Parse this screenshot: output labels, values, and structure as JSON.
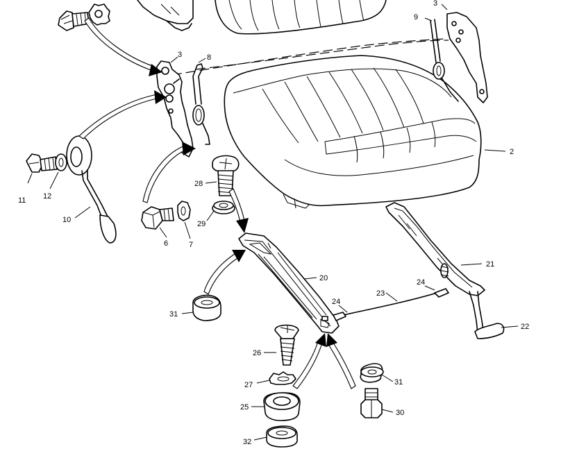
{
  "callouts": [
    {
      "id": "c2",
      "text": "2"
    },
    {
      "id": "c3a",
      "text": "3"
    },
    {
      "id": "c3b",
      "text": "3"
    },
    {
      "id": "c6",
      "text": "6"
    },
    {
      "id": "c7",
      "text": "7"
    },
    {
      "id": "c8",
      "text": "8"
    },
    {
      "id": "c9",
      "text": "9"
    },
    {
      "id": "c10",
      "text": "10"
    },
    {
      "id": "c11",
      "text": "11"
    },
    {
      "id": "c12",
      "text": "12"
    },
    {
      "id": "c20",
      "text": "20"
    },
    {
      "id": "c21",
      "text": "21"
    },
    {
      "id": "c22",
      "text": "22"
    },
    {
      "id": "c23",
      "text": "23"
    },
    {
      "id": "c24a",
      "text": "24"
    },
    {
      "id": "c24b",
      "text": "24"
    },
    {
      "id": "c25",
      "text": "25"
    },
    {
      "id": "c26",
      "text": "26"
    },
    {
      "id": "c27",
      "text": "27"
    },
    {
      "id": "c28",
      "text": "28"
    },
    {
      "id": "c29",
      "text": "29"
    },
    {
      "id": "c30",
      "text": "30"
    },
    {
      "id": "c31a",
      "text": "31"
    },
    {
      "id": "c31b",
      "text": "31"
    },
    {
      "id": "c32",
      "text": "32"
    }
  ]
}
